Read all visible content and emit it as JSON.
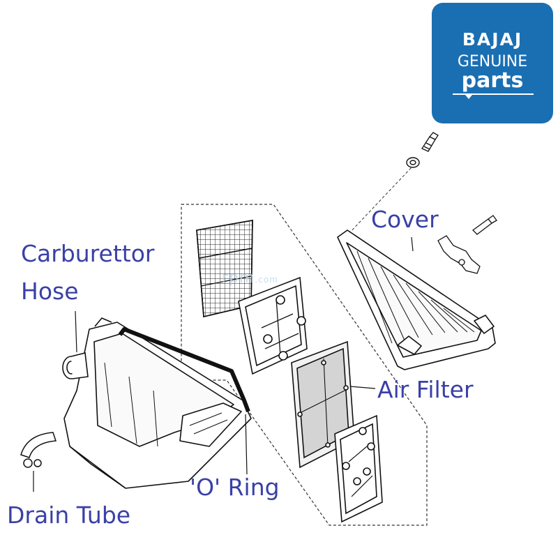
{
  "colors": {
    "label": "#3a40a6",
    "logo_bg": "#1a6fb3",
    "line": "#111111",
    "dash": "#333333"
  },
  "logo": {
    "line1": "BAJAJ",
    "line2": "GENUINE",
    "line3": "parts"
  },
  "watermark": {
    "main": "rpm",
    "suffix": ".com"
  },
  "labels": {
    "carburettor_hose_1": "Carburettor",
    "carburettor_hose_2": "Hose",
    "cover": "Cover",
    "air_filter": "Air Filter",
    "o_ring": "'O' Ring",
    "drain_tube": "Drain Tube"
  }
}
